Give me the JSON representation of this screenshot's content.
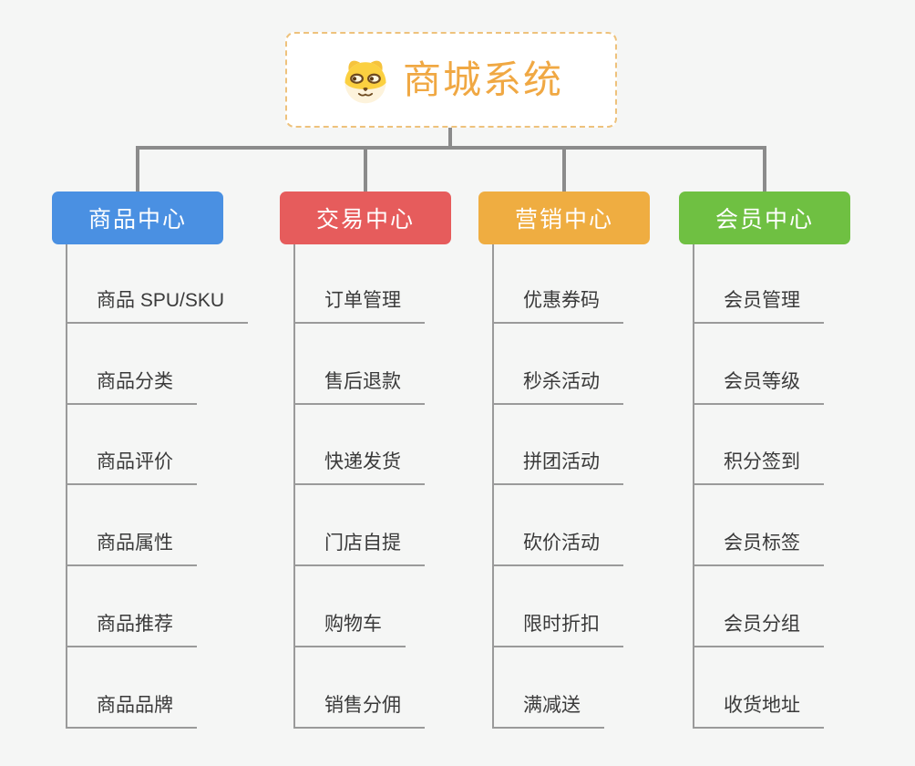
{
  "root": {
    "title": "商城系统",
    "icon": "dog-face-icon"
  },
  "branches": [
    {
      "label": "商品中心",
      "color": "#4a90e2",
      "children": [
        "商品 SPU/SKU",
        "商品分类",
        "商品评价",
        "商品属性",
        "商品推荐",
        "商品品牌"
      ]
    },
    {
      "label": "交易中心",
      "color": "#e65c5c",
      "children": [
        "订单管理",
        "售后退款",
        "快递发货",
        "门店自提",
        "购物车",
        "销售分佣"
      ]
    },
    {
      "label": "营销中心",
      "color": "#efad41",
      "children": [
        "优惠券码",
        "秒杀活动",
        "拼团活动",
        "砍价活动",
        "限时折扣",
        "满减送"
      ]
    },
    {
      "label": "会员中心",
      "color": "#6fc042",
      "children": [
        "会员管理",
        "会员等级",
        "积分签到",
        "会员标签",
        "会员分组",
        "收货地址"
      ]
    }
  ],
  "colors": {
    "background": "#f5f6f5",
    "root_text": "#f0a843",
    "root_border": "#eec27c",
    "connector_main": "#8b8b8b",
    "connector_sub": "#9a9a9a",
    "child_text": "#3a3a3a"
  }
}
